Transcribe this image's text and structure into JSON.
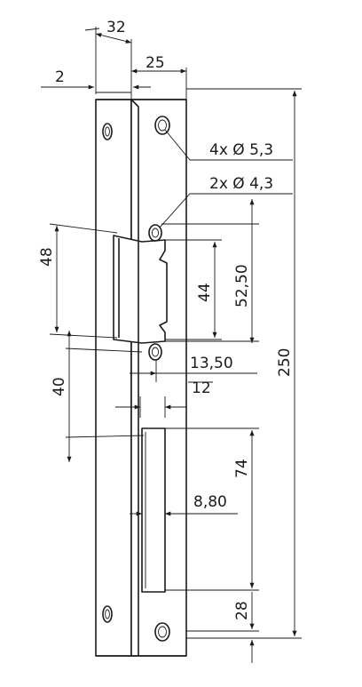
{
  "drawing": {
    "dimensions": {
      "flange_width": "32",
      "plate_width": "25",
      "thickness": "2",
      "total_length": "250",
      "keeper_height": "48",
      "keeper_inner": "44",
      "keeper_offset": "52,50",
      "lower_hole_offset": "40",
      "hole_center_offset": "13,50",
      "hole_to_edge": "12",
      "slot_length": "74",
      "slot_width": "8,80",
      "bottom_distance": "28"
    },
    "callouts": {
      "large_holes": "4x Ø 5,3",
      "small_holes": "2x Ø 4,3"
    }
  }
}
